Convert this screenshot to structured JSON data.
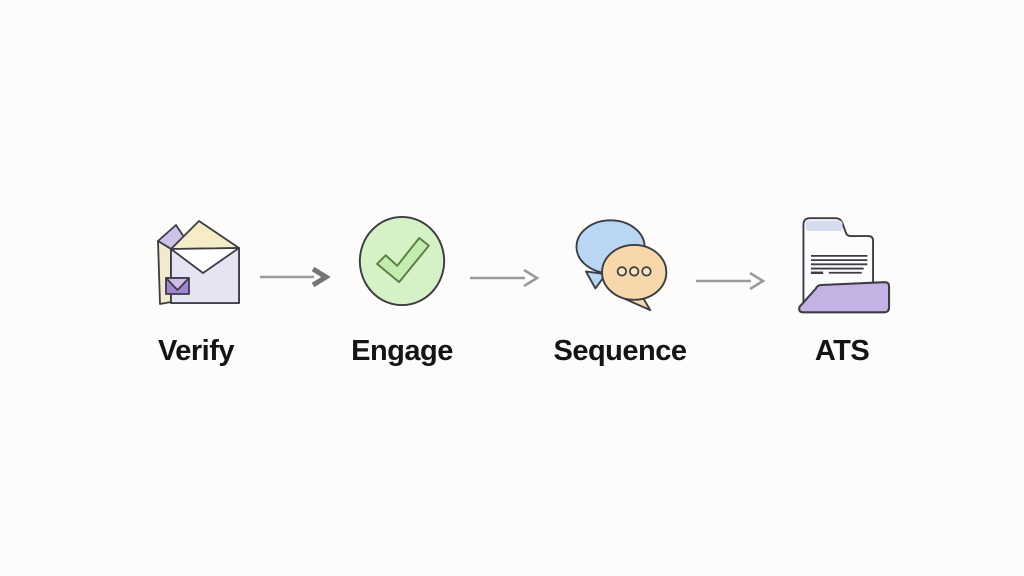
{
  "page": {
    "background_color": "#fdfcfa",
    "type": "horizontal-process-flow"
  },
  "flow": {
    "steps": [
      {
        "label": "Verify",
        "icon": "open-envelope-icon"
      },
      {
        "label": "Engage",
        "icon": "check-circle-icon"
      },
      {
        "label": "Sequence",
        "icon": "chat-bubbles-icon"
      },
      {
        "label": "ATS",
        "icon": "document-folder-icon"
      }
    ],
    "connector": "right-arrow"
  },
  "colors": {
    "page_background": "#fdfcfa",
    "label_text": "#141414",
    "outline": "#3c3c44",
    "arrow": "#9a9a9a",
    "arrow_head_bold": "#757575",
    "envelope_flap": "#f6ecc5",
    "envelope_body": "#ffffff",
    "envelope_lining": "#e7e3f3",
    "envelope_back": "#f1ead0",
    "envelope_back_flap": "#cfc2e9",
    "mini_envelope": "#cdbce9",
    "mini_envelope_dark": "#a186d1",
    "check_circle": "#d6f1c6",
    "check_mark": "#c4ecae",
    "check_stroke": "#5d7c44",
    "chat_blue": "#b9d6f2",
    "chat_orange": "#f8d8ab",
    "chat_dot": "#f9e4c3",
    "doc_fill": "#fcfbfd",
    "doc_band": "#d6dbee",
    "doc_line": "#3d3d42",
    "folder_front": "#c4b2e5"
  }
}
